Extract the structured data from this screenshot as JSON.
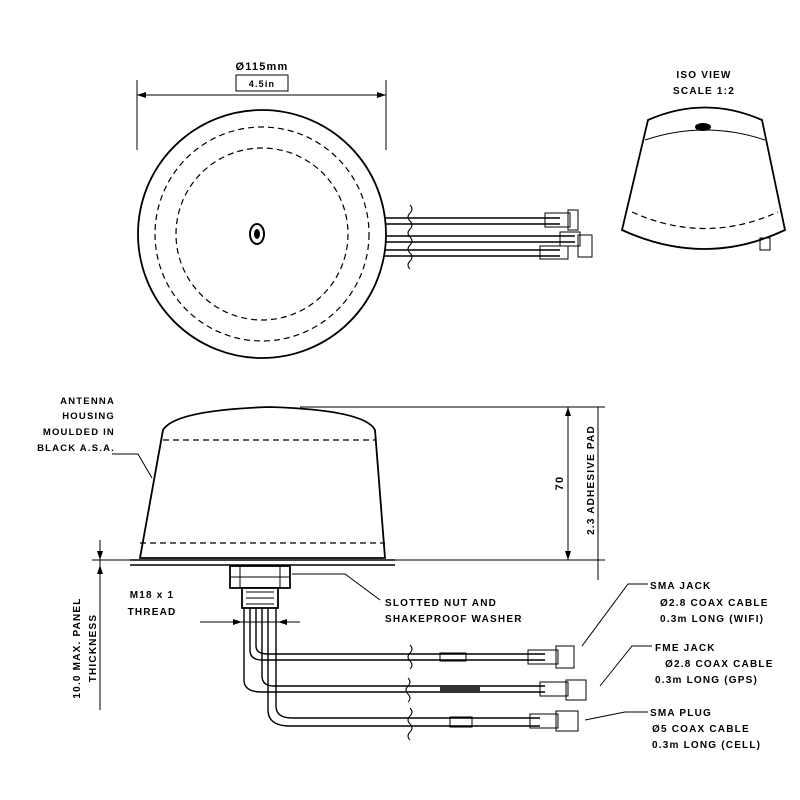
{
  "top_view": {
    "diameter_label": "Ø115mm",
    "diameter_inch": "4.5in"
  },
  "iso_view": {
    "title": "ISO VIEW",
    "scale": "SCALE 1:2"
  },
  "side_view": {
    "height_label": "70",
    "adhesive_label": "2.3 ADHESIVE PAD",
    "housing_note": [
      "ANTENNA",
      "HOUSING",
      "MOULDED IN",
      "BLACK A.S.A."
    ],
    "thread_label": [
      "M18 x 1",
      "THREAD"
    ],
    "panel_label": [
      "10.0 MAX. PANEL",
      "THICKNESS"
    ],
    "nut_label": [
      "SLOTTED NUT AND",
      "SHAKEPROOF WASHER"
    ]
  },
  "cables": [
    {
      "connector": "SMA JACK",
      "cable": "Ø2.8 COAX CABLE",
      "length": "0.3m LONG (WIFI)"
    },
    {
      "connector": "FME JACK",
      "cable": "Ø2.8 COAX CABLE",
      "length": "0.3m LONG (GPS)"
    },
    {
      "connector": "SMA PLUG",
      "cable": "Ø5 COAX CABLE",
      "length": "0.3m LONG (CELL)"
    }
  ]
}
